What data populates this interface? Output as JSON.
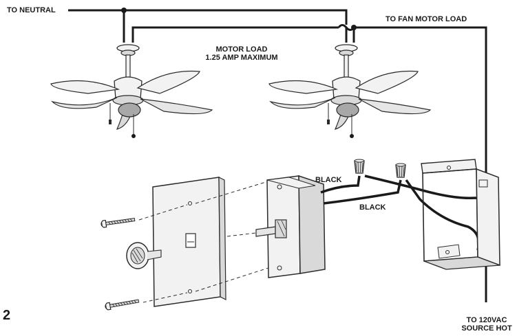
{
  "labels": {
    "to_neutral": "TO NEUTRAL",
    "to_fan_motor_load": "TO FAN MOTOR LOAD",
    "motor_load_line1": "MOTOR LOAD",
    "motor_load_line2": "1.25 AMP MAXIMUM",
    "black_upper": "BLACK",
    "black_lower": "BLACK",
    "source_line1": "TO 120VAC",
    "source_line2": "SOURCE HOT"
  },
  "page_number": "2",
  "colors": {
    "wire": "#1a1a1a",
    "line": "#2a2a2a",
    "fill_light": "#f2f2f2",
    "fill_mid": "#d9d9d9",
    "fill_dark": "#a8a8a8"
  },
  "icons": [
    "ceiling-fan-icon",
    "wire-nut-icon",
    "screw-icon",
    "knob-icon",
    "junction-box-icon"
  ]
}
